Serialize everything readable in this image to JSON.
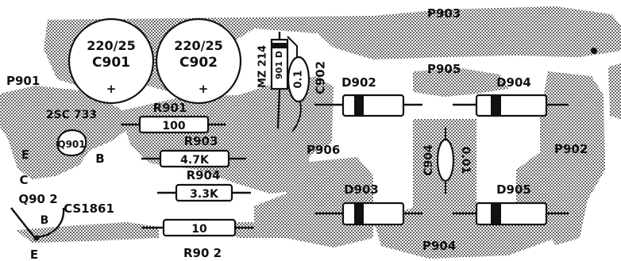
{
  "board": {
    "pads": {
      "p901": "P901",
      "p902": "P902",
      "p903": "P903",
      "p904": "P904",
      "p905": "P905",
      "p906": "P906"
    },
    "capacitors": {
      "c901": {
        "value": "220/25",
        "ref": "C901",
        "polarity": "+"
      },
      "c902": {
        "value": "220/25",
        "ref": "C902",
        "polarity": "+"
      },
      "c903": {
        "ref": "C902",
        "value": "0.1"
      },
      "c904": {
        "ref": "C904",
        "value": "0.01"
      }
    },
    "zener": {
      "part": "MZ 214",
      "ref": "901 D"
    },
    "transistors": {
      "q901": {
        "part": "2SC 733",
        "ref": "Q901",
        "pin_e": "E",
        "pin_c": "C",
        "pin_b": "B"
      },
      "q902": {
        "ref": "Q90 2",
        "part": "CS1861",
        "pin_b": "B",
        "pin_e": "E"
      }
    },
    "resistors": {
      "r901": {
        "ref": "R901",
        "value": "100"
      },
      "r903": {
        "ref": "R903",
        "value": "4.7K"
      },
      "r904": {
        "ref": "R904",
        "value": "3.3K"
      },
      "r902": {
        "ref": "R90 2",
        "value": "10"
      }
    },
    "diodes": {
      "d902": "D902",
      "d903": "D903",
      "d904": "D904",
      "d905": "D905"
    }
  }
}
